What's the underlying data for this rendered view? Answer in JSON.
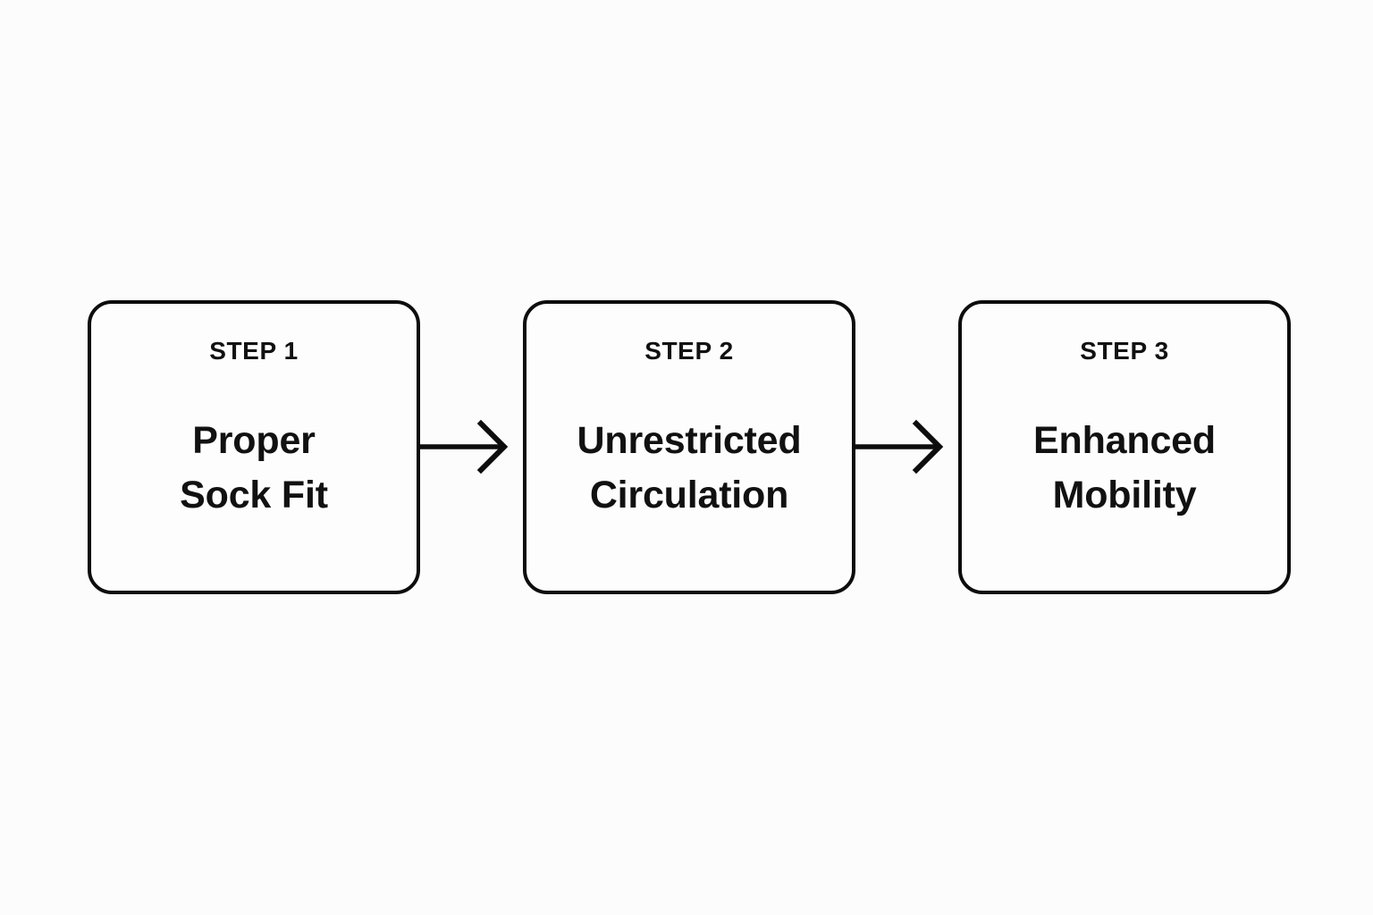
{
  "diagram": {
    "type": "three-step-linear-flow",
    "orientation": "horizontal",
    "background_color": "#fcfcfc",
    "stroke_color": "#0d0d0d",
    "text_color": "#111111",
    "steps": [
      {
        "eyebrow": "STEP 1",
        "title_line_1": "Proper",
        "title_line_2": "Sock Fit"
      },
      {
        "eyebrow": "STEP 2",
        "title_line_1": "Unrestricted",
        "title_line_2": "Circulation"
      },
      {
        "eyebrow": "STEP 3",
        "title_line_1": "Enhanced",
        "title_line_2": "Mobility"
      }
    ],
    "connectors": [
      {
        "icon": "arrow-right-icon",
        "from": "STEP 1",
        "to": "STEP 2"
      },
      {
        "icon": "arrow-right-icon",
        "from": "STEP 2",
        "to": "STEP 3"
      }
    ]
  }
}
